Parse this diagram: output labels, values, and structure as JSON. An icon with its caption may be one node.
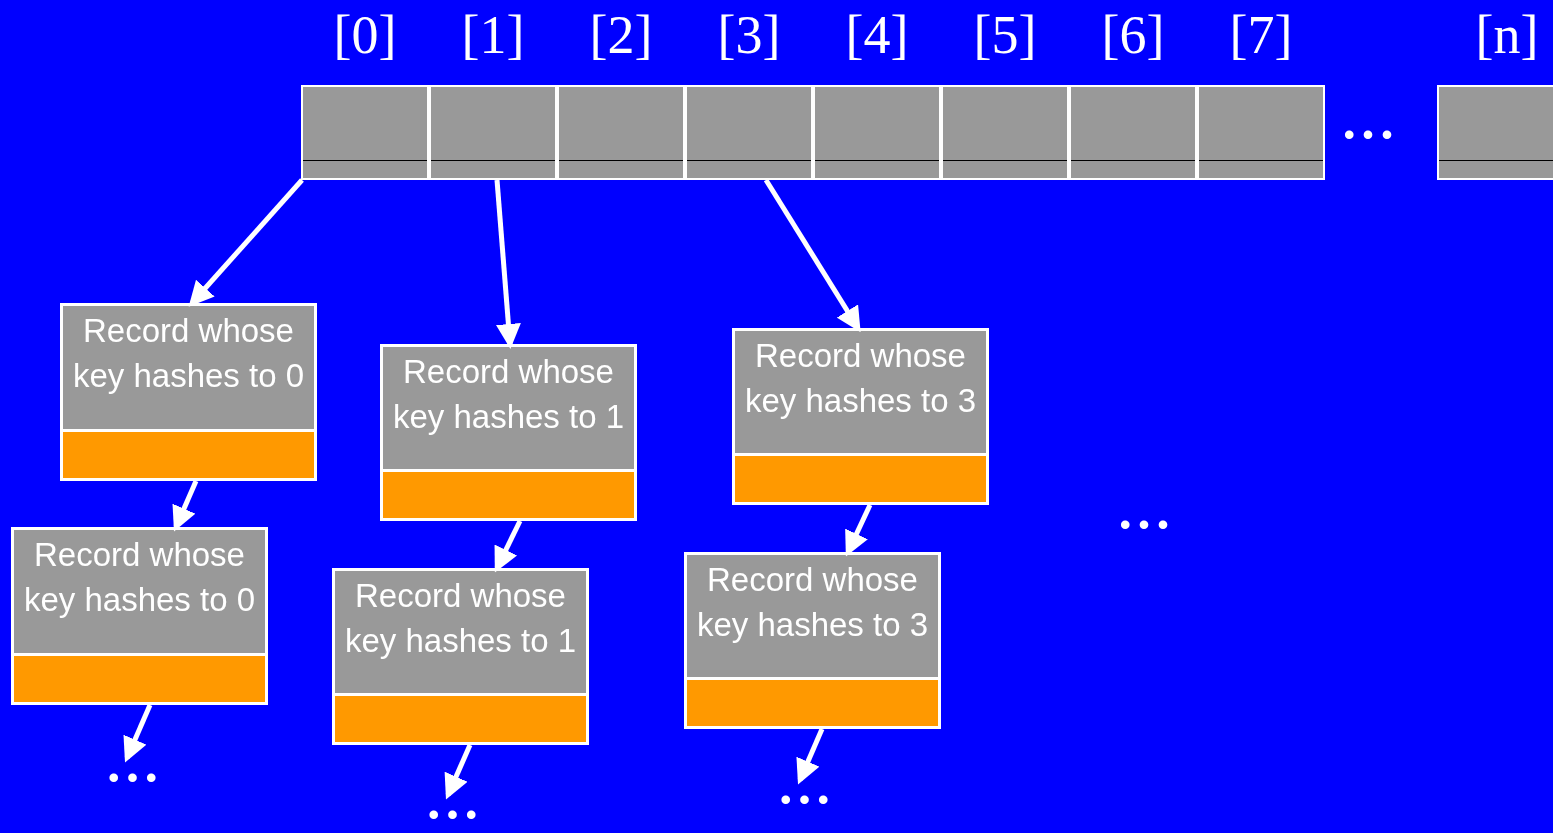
{
  "diagram": {
    "nodes": [
      {
        "text": [
          "[0]"
        ]
      },
      {
        "text": [
          "[1]"
        ]
      },
      {
        "text": [
          "[2]"
        ]
      },
      {
        "text": [
          "[3]"
        ]
      },
      {
        "text": [
          "[4]"
        ]
      },
      {
        "text": [
          "[5]"
        ]
      },
      {
        "text": [
          "[6]"
        ]
      },
      {
        "text": [
          "[7]"
        ]
      },
      {
        "text": [
          "[n]"
        ]
      },
      {
        "text": [
          "Record whose key hashes to 0"
        ]
      },
      {
        "text": [
          "Record whose key hashes to 1"
        ]
      },
      {
        "text": [
          "Record whose key hashes to 3"
        ]
      },
      {
        "text": [
          "Record whose key hashes to 0"
        ]
      },
      {
        "text": [
          "Record whose key hashes to 1"
        ]
      },
      {
        "text": [
          "Record whose key hashes to 3"
        ]
      },
      {
        "text": [
          "• • •"
        ]
      },
      {
        "text": [
          "• • •"
        ]
      },
      {
        "text": [
          "• • •"
        ]
      }
    ],
    "edges": [
      {
        "from": 0,
        "to": 9,
        "arrow": "to"
      },
      {
        "from": 1,
        "to": 10,
        "arrow": "to"
      },
      {
        "from": 3,
        "to": 11,
        "arrow": "to"
      },
      {
        "from": 9,
        "to": 12,
        "arrow": "to"
      },
      {
        "from": 10,
        "to": 13,
        "arrow": "to"
      },
      {
        "from": 11,
        "to": 14,
        "arrow": "to"
      },
      {
        "from": 12,
        "to": 15,
        "arrow": "to"
      },
      {
        "from": 13,
        "to": 16,
        "arrow": "to"
      },
      {
        "from": 14,
        "to": 17,
        "arrow": "to"
      }
    ],
    "labels": [
      "• • •",
      "• • •"
    ]
  }
}
